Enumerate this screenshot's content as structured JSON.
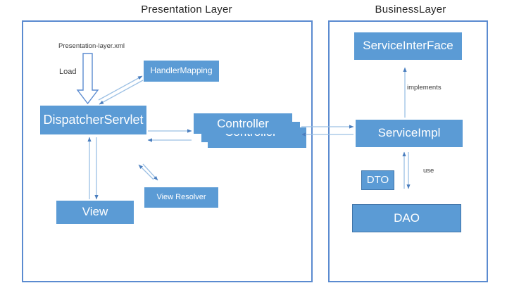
{
  "diagram": {
    "title_presentation": "Presentation Layer",
    "title_business": "BusinessLayer"
  },
  "presentation_layer": {
    "nodes": {
      "dispatcher_servlet": "DispatcherServlet",
      "handler_mapping": "HandlerMapping",
      "view": "View",
      "view_resolver": "View Resolver",
      "controller_1": "Controller",
      "controller_2": "Controller",
      "controller_3": "Controller"
    },
    "labels": {
      "config_file": "Presentation-layer.xml",
      "load": "Load"
    }
  },
  "business_layer": {
    "nodes": {
      "service_interface": "ServiceInterFace",
      "service_impl": "ServiceImpl",
      "dto": "DTO",
      "dao": "DAO"
    },
    "labels": {
      "implements": "implements",
      "use": "use"
    }
  },
  "colors": {
    "node_fill": "#5B9BD5",
    "node_border": "#3E73A8",
    "panel_border": "#5B8BD0",
    "connector": "#6E9FD4",
    "connector_dark": "#3E6FA8",
    "text_dark": "#3B3B3B",
    "node_text": "#FFFFFF",
    "background": "#FFFFFF"
  },
  "connections": [
    {
      "from": "Presentation-layer.xml",
      "to": "DispatcherServlet",
      "label": "Load",
      "style": "block-arrow"
    },
    {
      "from": "DispatcherServlet",
      "to": "HandlerMapping",
      "style": "bidirectional"
    },
    {
      "from": "DispatcherServlet",
      "to": "Controller",
      "style": "bidirectional"
    },
    {
      "from": "DispatcherServlet",
      "to": "View",
      "style": "bidirectional"
    },
    {
      "from": "DispatcherServlet",
      "to": "View Resolver",
      "style": "bidirectional"
    },
    {
      "from": "Controller",
      "to": "ServiceImpl",
      "style": "bidirectional"
    },
    {
      "from": "ServiceImpl",
      "to": "ServiceInterFace",
      "label": "implements",
      "style": "arrow-up"
    },
    {
      "from": "ServiceImpl",
      "to": "DAO",
      "label": "use",
      "style": "bidirectional"
    }
  ]
}
